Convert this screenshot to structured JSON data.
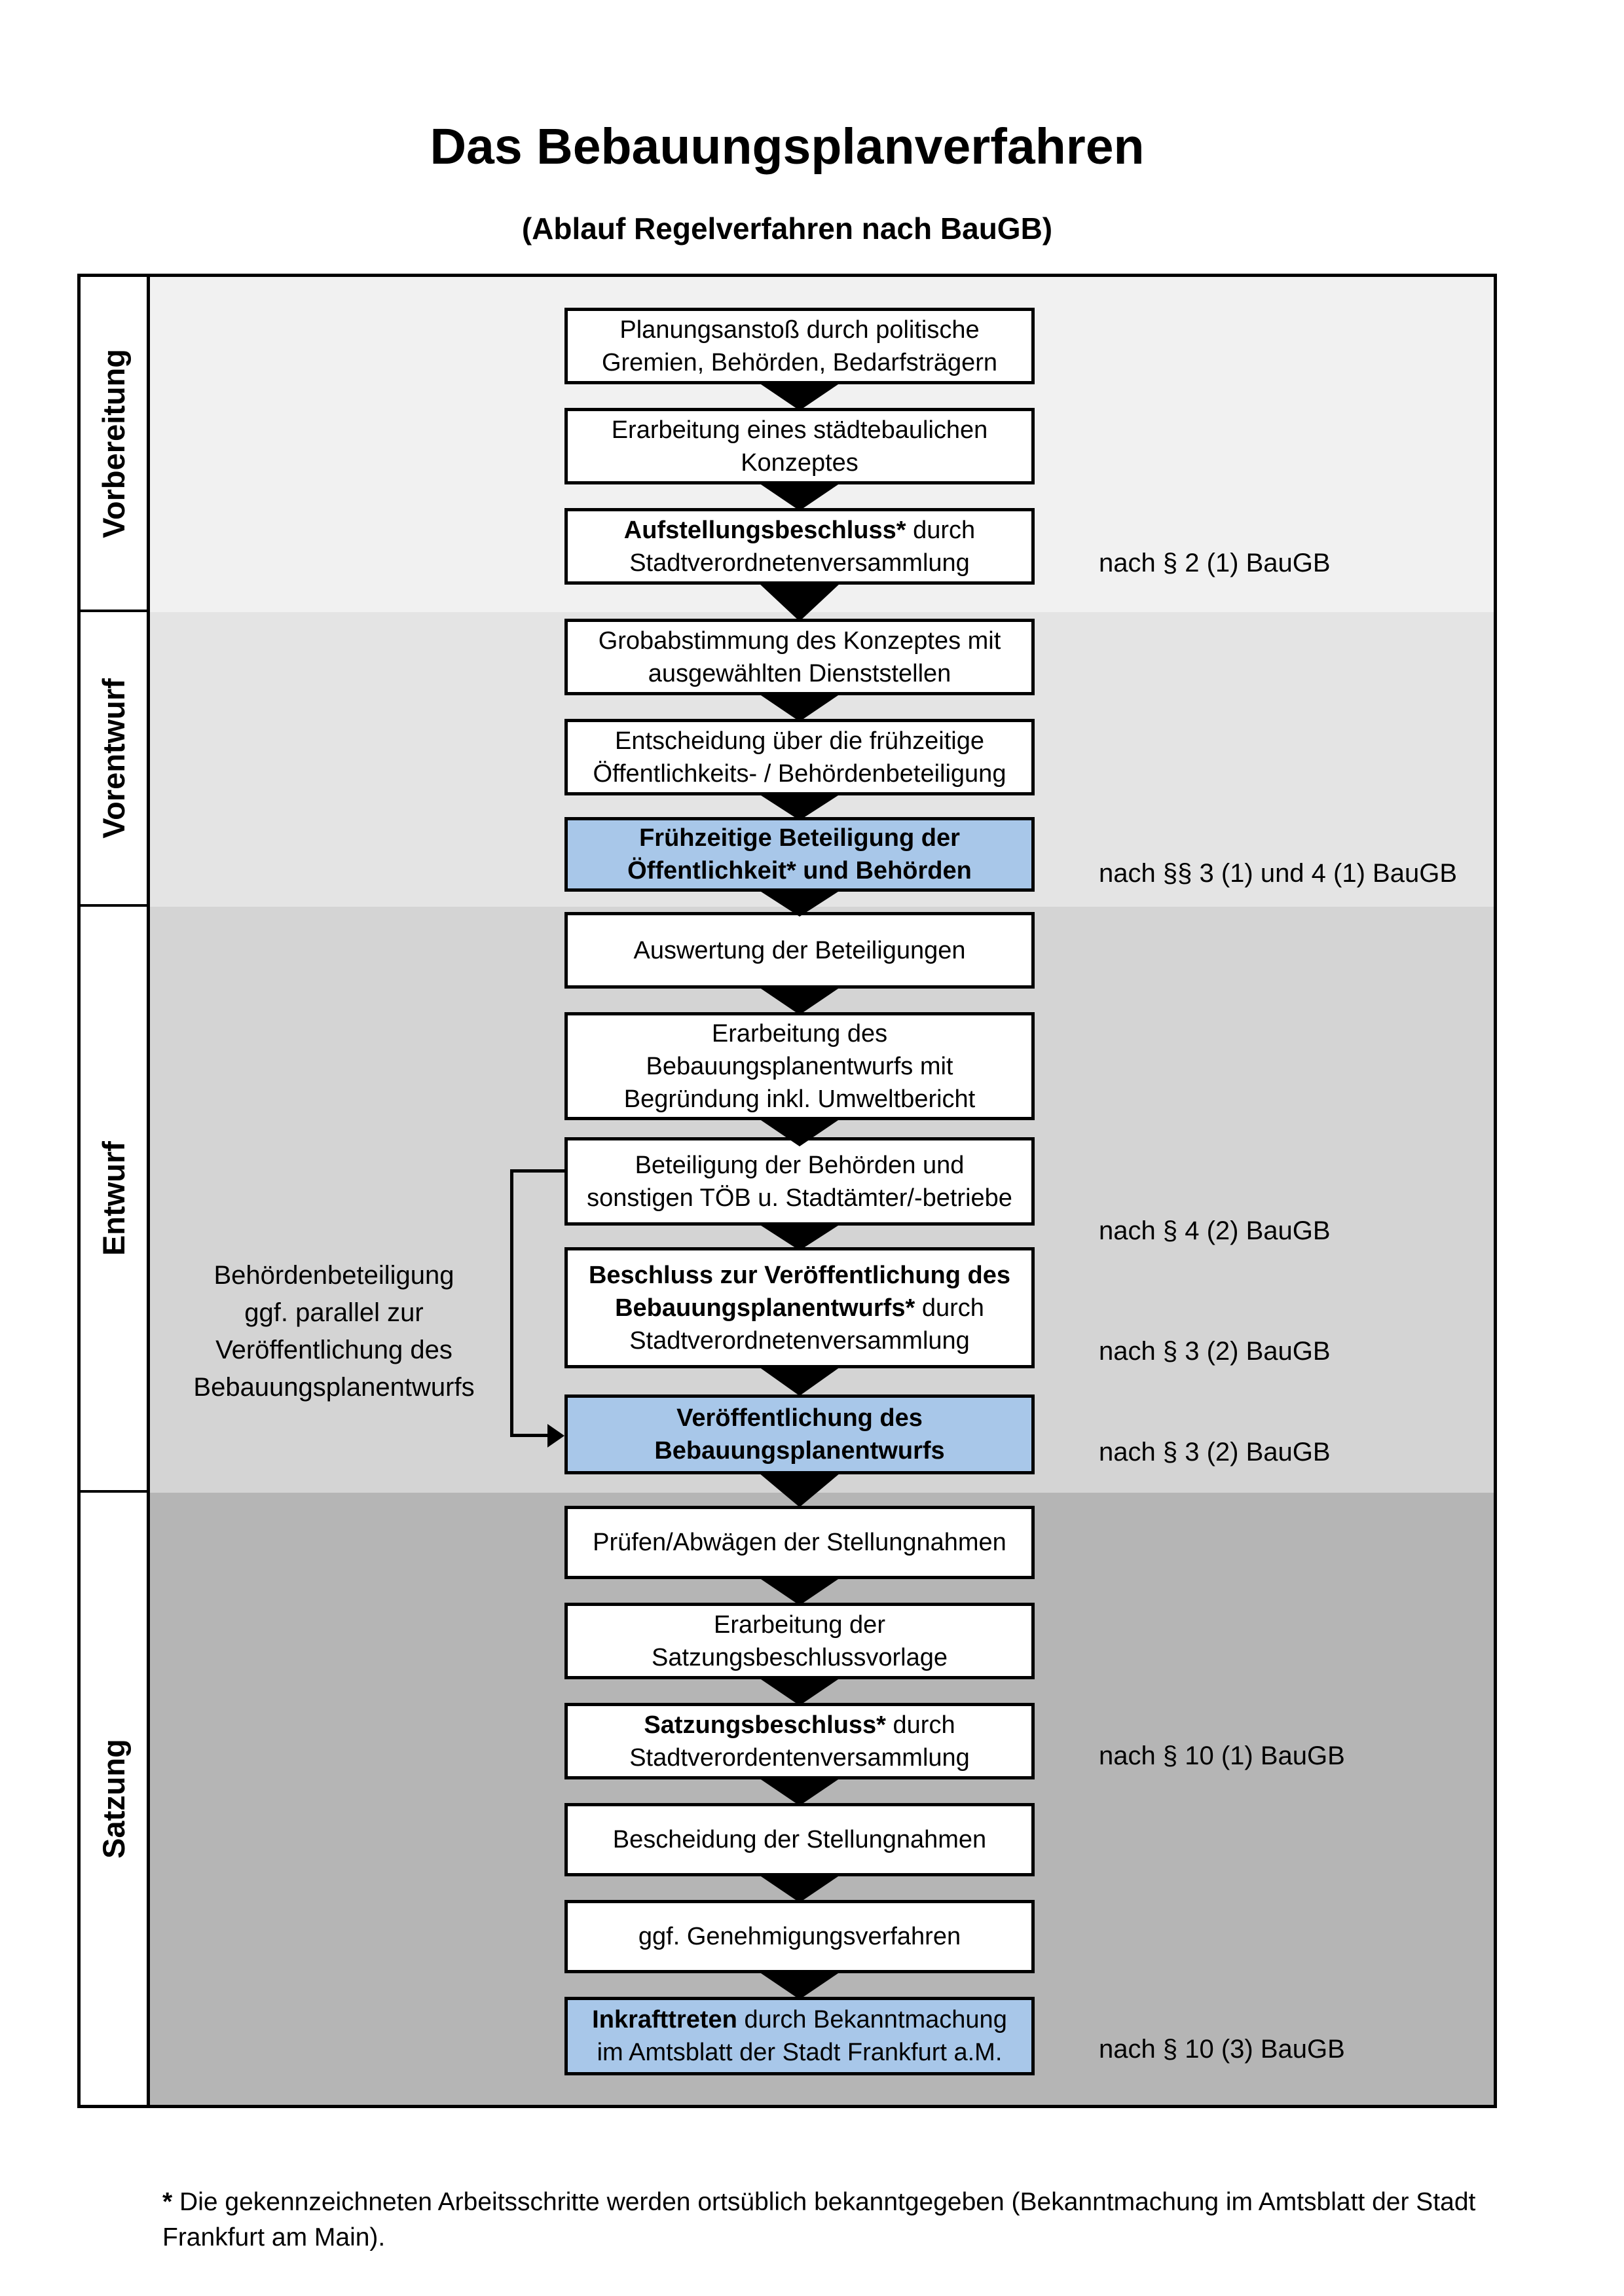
{
  "title": "Das Bebauungsplanverfahren",
  "subtitle": "(Ablauf Regelverfahren nach BauGB)",
  "phases": [
    {
      "label": "Vorbereitung",
      "bg": "#f1f1f1"
    },
    {
      "label": "Vorentwurf",
      "bg": "#e4e4e4"
    },
    {
      "label": "Entwurf",
      "bg": "#d4d4d4"
    },
    {
      "label": "Satzung",
      "bg": "#b5b5b5"
    }
  ],
  "steps": [
    {
      "bold": "",
      "text": "Planungsanstoß durch politische\nGremien, Behörden, Bedarfsträgern",
      "highlight": false
    },
    {
      "bold": "",
      "text": "Erarbeitung eines städtebaulichen\nKonzeptes",
      "highlight": false
    },
    {
      "bold": "Aufstellungsbeschluss*",
      "text": " durch\nStadtverordnetenversammlung",
      "highlight": false
    },
    {
      "bold": "",
      "text": "Grobabstimmung des Konzeptes mit\nausgewählten Dienststellen",
      "highlight": false
    },
    {
      "bold": "",
      "text": "Entscheidung über die frühzeitige\nÖffentlichkeits- / Behördenbeteiligung",
      "highlight": false
    },
    {
      "bold": "Frühzeitige Beteiligung der\nÖffentlichkeit* und Behörden",
      "text": "",
      "highlight": true
    },
    {
      "bold": "",
      "text": "Auswertung der Beteiligungen",
      "highlight": false
    },
    {
      "bold": "",
      "text": "Erarbeitung des\nBebauungsplanentwurfs mit\nBegründung inkl. Umweltbericht",
      "highlight": false
    },
    {
      "bold": "",
      "text": "Beteiligung der Behörden und\nsonstigen TÖB u. Stadtämter/-betriebe",
      "highlight": false
    },
    {
      "bold": "Beschluss zur Veröffentlichung des\nBebauungsplanentwurfs*",
      "text": " durch\nStadtverordnetenversammlung",
      "highlight": false
    },
    {
      "bold": "Veröffentlichung des\nBebauungsplanentwurfs",
      "text": "",
      "highlight": true
    },
    {
      "bold": "",
      "text": "Prüfen/Abwägen der Stellungnahmen",
      "highlight": false
    },
    {
      "bold": "",
      "text": "Erarbeitung der\nSatzungsbeschlussvorlage",
      "highlight": false
    },
    {
      "bold": "Satzungsbeschluss*",
      "text": " durch\nStadtverordentenversammlung",
      "highlight": false
    },
    {
      "bold": "",
      "text": "Bescheidung der Stellungnahmen",
      "highlight": false
    },
    {
      "bold": "",
      "text": "ggf. Genehmigungsverfahren",
      "highlight": false
    },
    {
      "bold": "Inkrafttreten",
      "text": " durch Bekanntmachung\nim Amtsblatt der Stadt Frankfurt a.M.",
      "highlight": true
    }
  ],
  "annotations": [
    "nach § 2 (1) BauGB",
    "nach §§ 3 (1) und 4 (1) BauGB",
    "nach § 4 (2) BauGB",
    "nach § 3 (2) BauGB",
    "nach § 3 (2) BauGB",
    "nach § 10 (1) BauGB",
    "nach § 10 (3) BauGB"
  ],
  "side_note": "Behördenbeteiligung\nggf. parallel zur\nVeröffentlichung des\nBebauungsplanentwurfs",
  "footnote": {
    "marker": "*",
    "text": " Die gekennzeichneten Arbeitsschritte werden ortsüblich bekanntgegeben (Bekanntmachung im Amtsblatt  der Stadt\nFrankfurt am Main)."
  },
  "colors": {
    "highlight_blue": "#a8c7e9",
    "phase_bg_vorbereitung": "#f1f1f1",
    "phase_bg_vorentwurf": "#e4e4e4",
    "phase_bg_entwurf": "#d4d4d4",
    "phase_bg_satzung": "#b5b5b5",
    "border_black": "#000000"
  }
}
